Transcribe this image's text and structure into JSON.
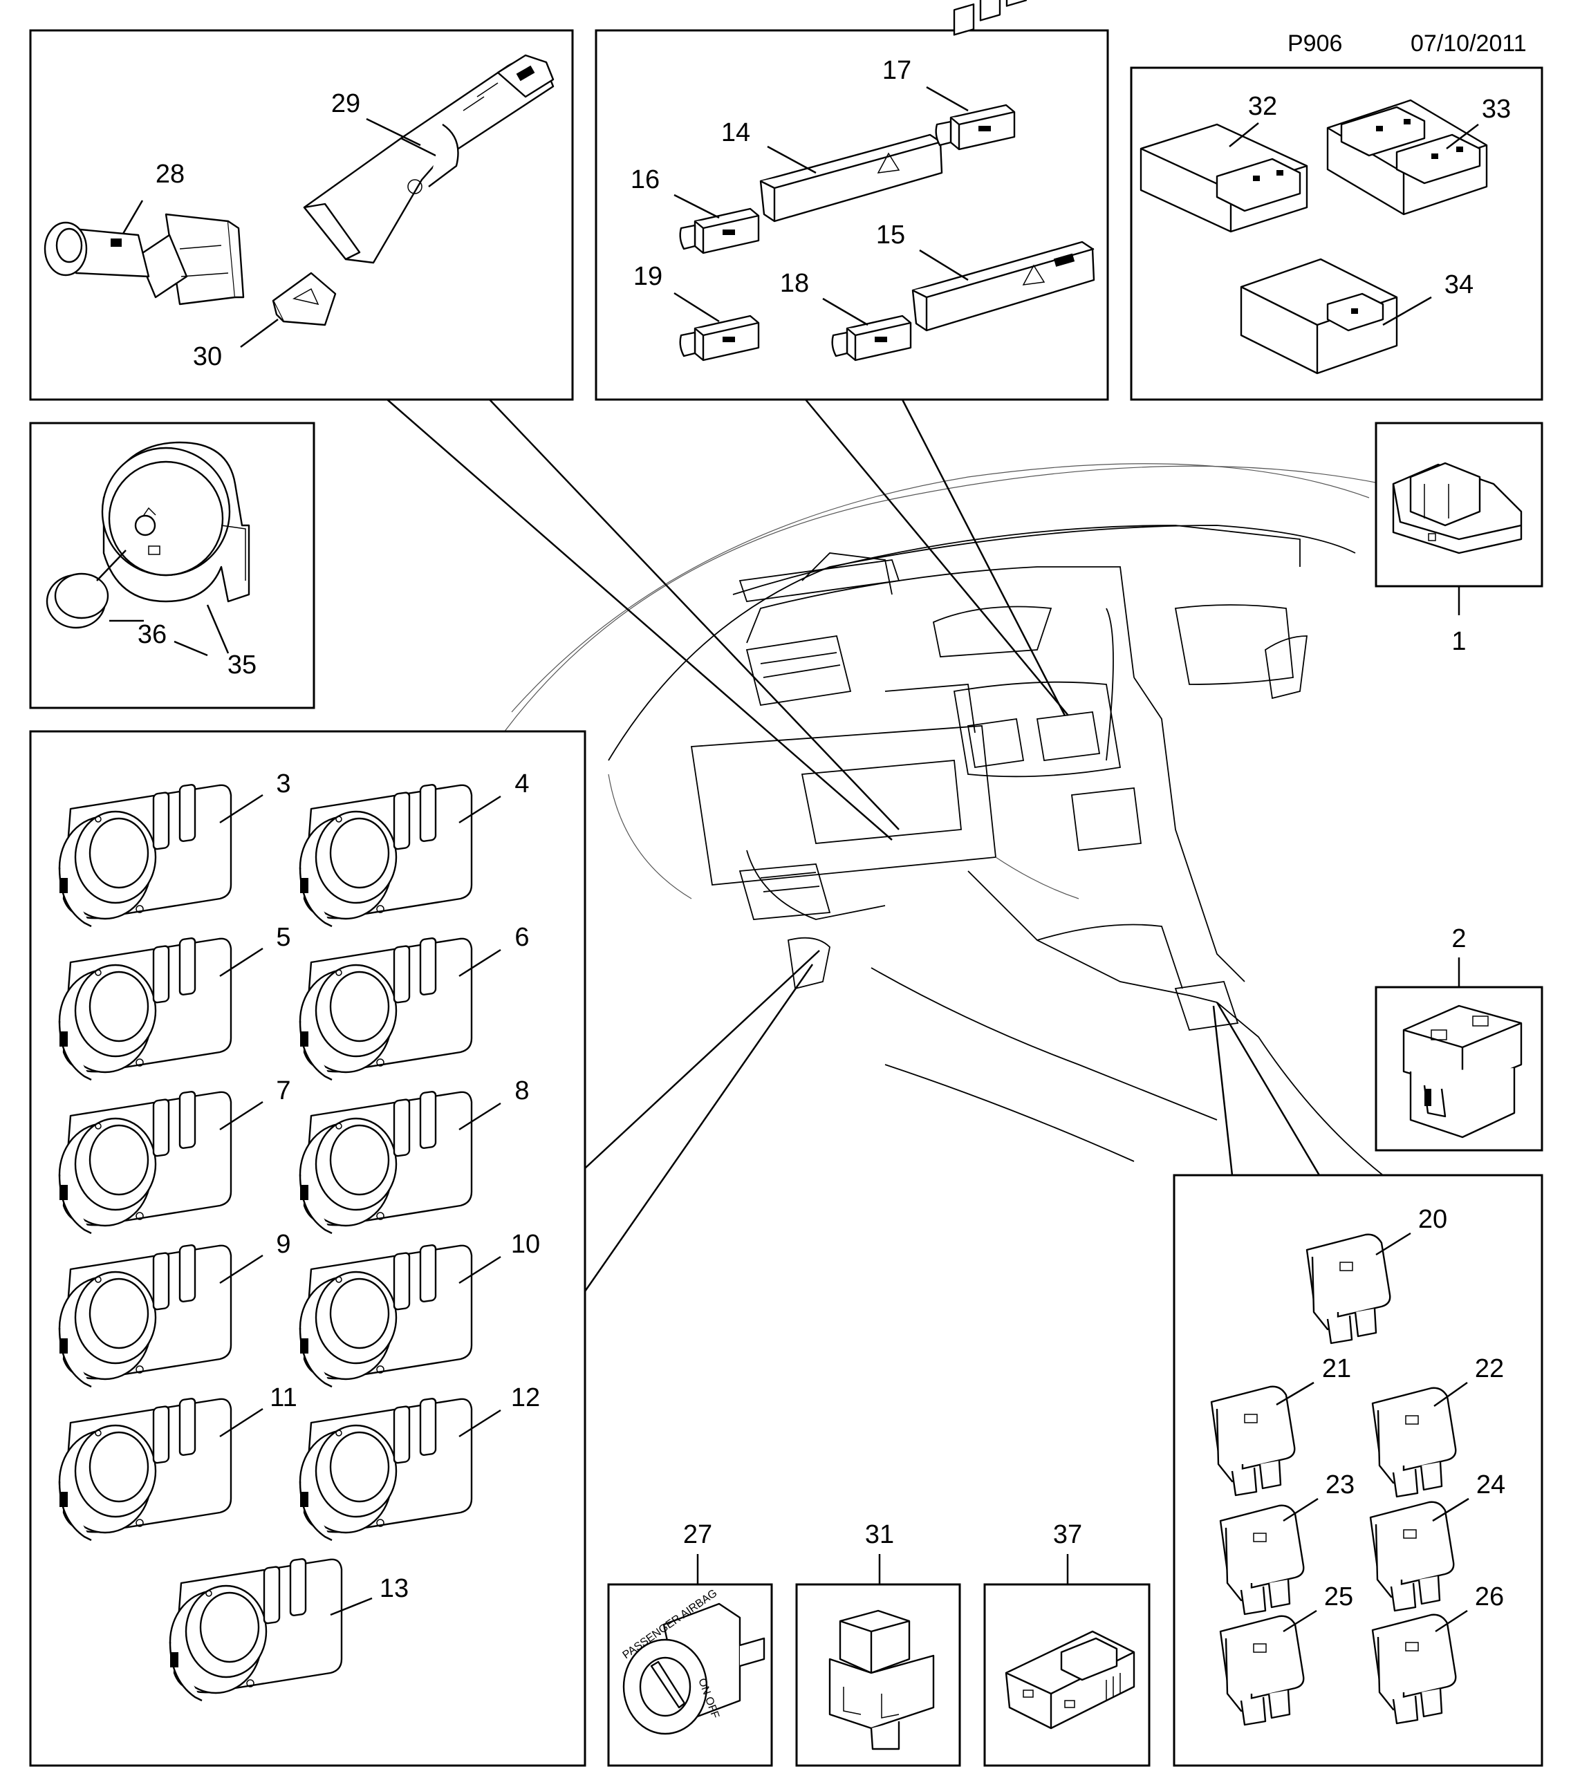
{
  "header": {
    "page_code": "P906",
    "date": "07/10/2011"
  },
  "callouts": {
    "n1": "1",
    "n2": "2",
    "n3": "3",
    "n4": "4",
    "n5": "5",
    "n6": "6",
    "n7": "7",
    "n8": "8",
    "n9": "9",
    "n10": "10",
    "n11": "11",
    "n12": "12",
    "n13": "13",
    "n14": "14",
    "n15": "15",
    "n16": "16",
    "n17": "17",
    "n18": "18",
    "n19": "19",
    "n20": "20",
    "n21": "21",
    "n22": "22",
    "n23": "23",
    "n24": "24",
    "n25": "25",
    "n26": "26",
    "n27": "27",
    "n28": "28",
    "n29": "29",
    "n30": "30",
    "n31": "31",
    "n32": "32",
    "n33": "33",
    "n34": "34",
    "n35": "35",
    "n36": "36",
    "n37": "37"
  },
  "legend_text": {
    "ignition_ring": "PASSENGER AIRBAG",
    "on_off": "ON OFF"
  }
}
